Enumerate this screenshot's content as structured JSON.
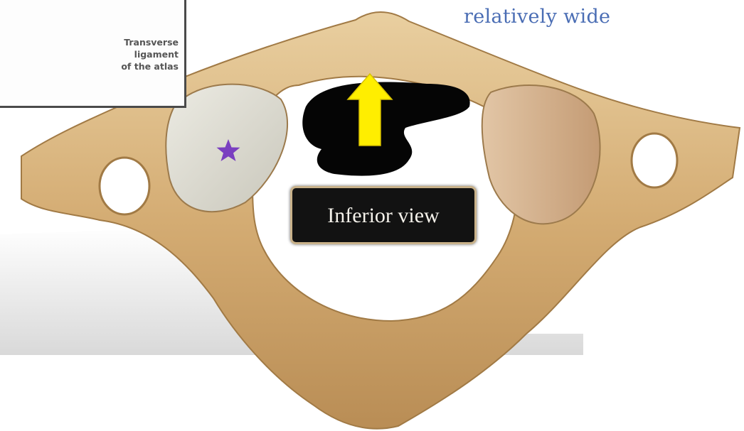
{
  "heading": "relatively wide",
  "caption": "Inferior view",
  "inset": {
    "label_lines": [
      "Transverse",
      "ligament",
      "of the atlas"
    ]
  },
  "markers": {
    "star_icon": "star-icon",
    "arrow_icon": "arrow-up-icon"
  },
  "colors": {
    "bone": "#d6b27e",
    "heading_text": "#4a6db4",
    "arrow": "#ffee00",
    "star": "#7a3fc0",
    "caption_bg": "#121212"
  }
}
